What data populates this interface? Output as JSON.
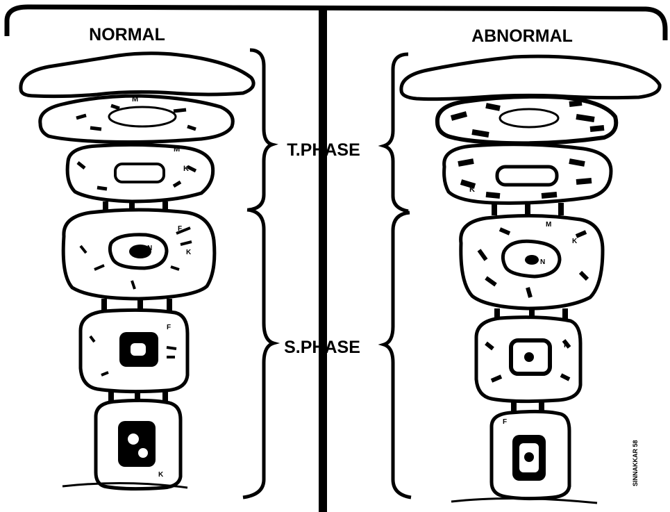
{
  "labels": {
    "left_title": "NORMAL",
    "right_title": "ABNORMAL",
    "t_phase": "T.PHASE",
    "s_phase": "S.PHASE",
    "signature": "SINNAKKAR 58"
  },
  "cell_marks": {
    "nucleus": "N",
    "mitochondria": "M",
    "keratohyalin": "K",
    "fibril": "F"
  },
  "colors": {
    "ink": "#000000",
    "paper": "#ffffff"
  }
}
